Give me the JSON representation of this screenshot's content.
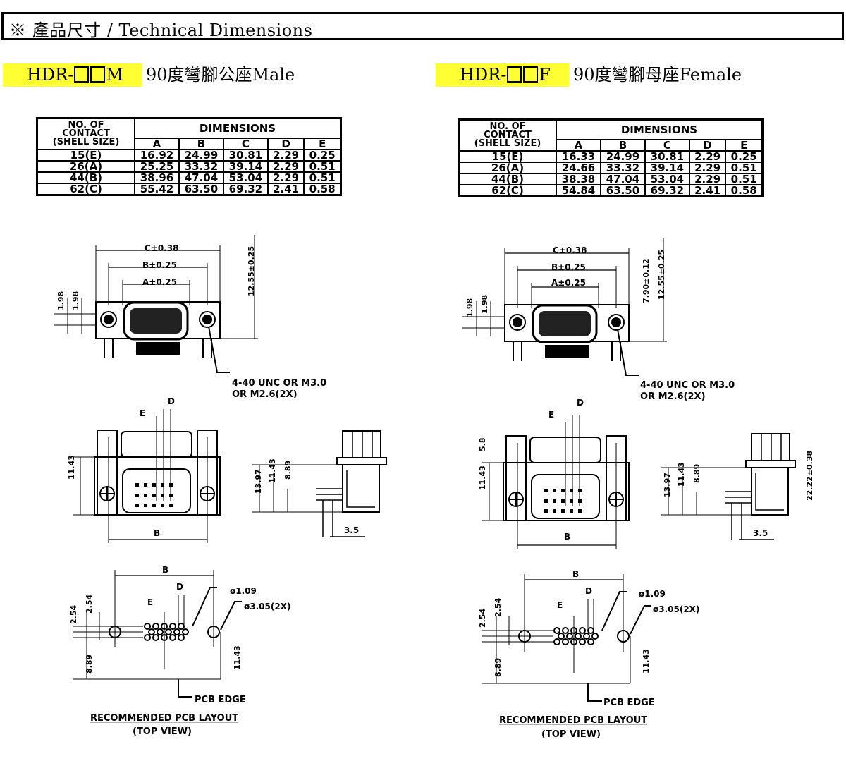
{
  "header": {
    "title": "※ 產品尺寸 / Technical Dimensions"
  },
  "male": {
    "model_prefix": "HDR-",
    "model_suffix": "M",
    "description": "90度彎腳公座Male",
    "table": {
      "col_header": "NO. OF\nCONTACT\n(SHELL SIZE)",
      "group_header": "DIMENSIONS",
      "columns": [
        "A",
        "B",
        "C",
        "D",
        "E"
      ],
      "rows": [
        {
          "contact": "15(E)",
          "values": [
            "16.92",
            "24.99",
            "30.81",
            "2.29",
            "0.25"
          ]
        },
        {
          "contact": "26(A)",
          "values": [
            "25.25",
            "33.32",
            "39.14",
            "2.29",
            "0.51"
          ]
        },
        {
          "contact": "44(B)",
          "values": [
            "38.96",
            "47.04",
            "53.04",
            "2.29",
            "0.51"
          ]
        },
        {
          "contact": "62(C)",
          "values": [
            "55.42",
            "63.50",
            "69.32",
            "2.41",
            "0.58"
          ]
        }
      ]
    }
  },
  "female": {
    "model_prefix": "HDR-",
    "model_suffix": "F",
    "description": "90度彎腳母座Female",
    "table": {
      "col_header": "NO. OF\nCONTACT\n(SHELL SIZE)",
      "group_header": "DIMENSIONS",
      "columns": [
        "A",
        "B",
        "C",
        "D",
        "E"
      ],
      "rows": [
        {
          "contact": "15(E)",
          "values": [
            "16.33",
            "24.99",
            "30.81",
            "2.29",
            "0.25"
          ]
        },
        {
          "contact": "26(A)",
          "values": [
            "24.66",
            "33.32",
            "39.14",
            "2.29",
            "0.51"
          ]
        },
        {
          "contact": "44(B)",
          "values": [
            "38.38",
            "47.04",
            "53.04",
            "2.29",
            "0.51"
          ]
        },
        {
          "contact": "62(C)",
          "values": [
            "54.84",
            "63.50",
            "69.32",
            "2.41",
            "0.58"
          ]
        }
      ]
    }
  },
  "labels": {
    "c_dim": "C±0.38",
    "b_dim": "B±0.25",
    "a_dim": "A±0.25",
    "h_1255": "12.55±0.25",
    "h_790": "7.90±0.12",
    "v_198": "1.98",
    "screw_note_1": "4-40 UNC OR M3.0",
    "screw_note_2": "OR M2.6(2X)",
    "d": "D",
    "e": "E",
    "b": "B",
    "v_1143": "11.43",
    "v_1397": "13.97",
    "v_889": "8.89",
    "v_58": "5.8",
    "h_35": "3.5",
    "v_2222": "22.22±0.38",
    "v_254": "2.54",
    "hole_small": "ø1.09",
    "hole_big": "ø3.05(2X)",
    "pcb_edge": "PCB EDGE",
    "layout_title": "RECOMMENDED PCB LAYOUT",
    "layout_sub": "(TOP VIEW)"
  }
}
